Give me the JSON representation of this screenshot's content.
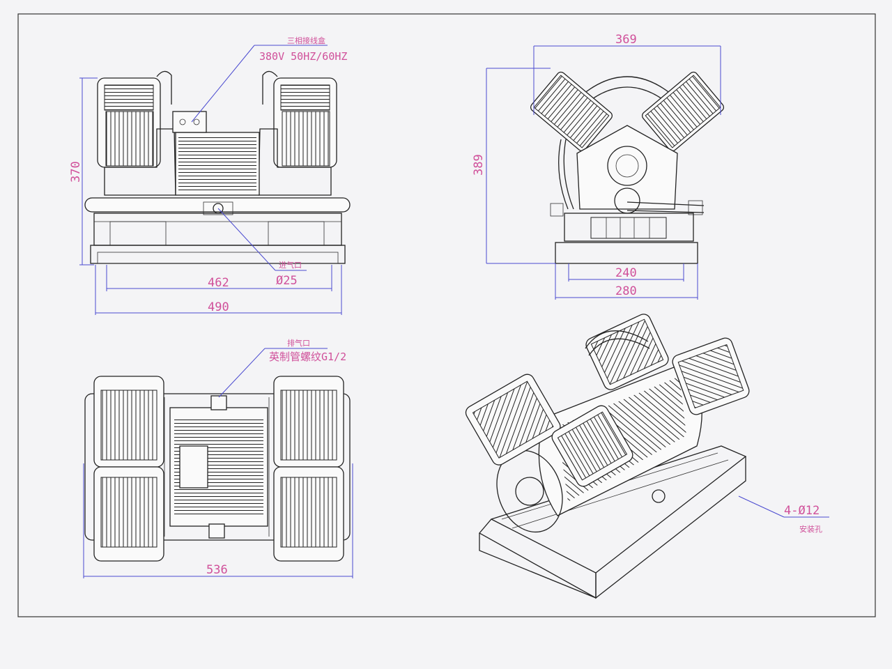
{
  "colors": {
    "paper": "#f4f4f6",
    "ink": "#222222",
    "dimension_text": "#d0509a",
    "dimension_line": "#4a4ad0"
  },
  "front_view": {
    "junction_box_label": "三相接线盒",
    "power_label": "380V 50HZ/60HZ",
    "height_dim": "370",
    "inner_width_dim": "462",
    "outer_width_dim": "490",
    "inlet_label": "进气口",
    "inlet_dia": "Ø25"
  },
  "side_view": {
    "width_dim": "369",
    "height_dim": "389",
    "base_inner_dim": "240",
    "base_outer_dim": "280"
  },
  "top_view": {
    "outlet_label": "排气口",
    "outlet_thread": "英制管螺纹G1/2",
    "width_dim": "536"
  },
  "iso_view": {
    "holes_dim": "4-Ø12",
    "holes_label": "安装孔"
  }
}
